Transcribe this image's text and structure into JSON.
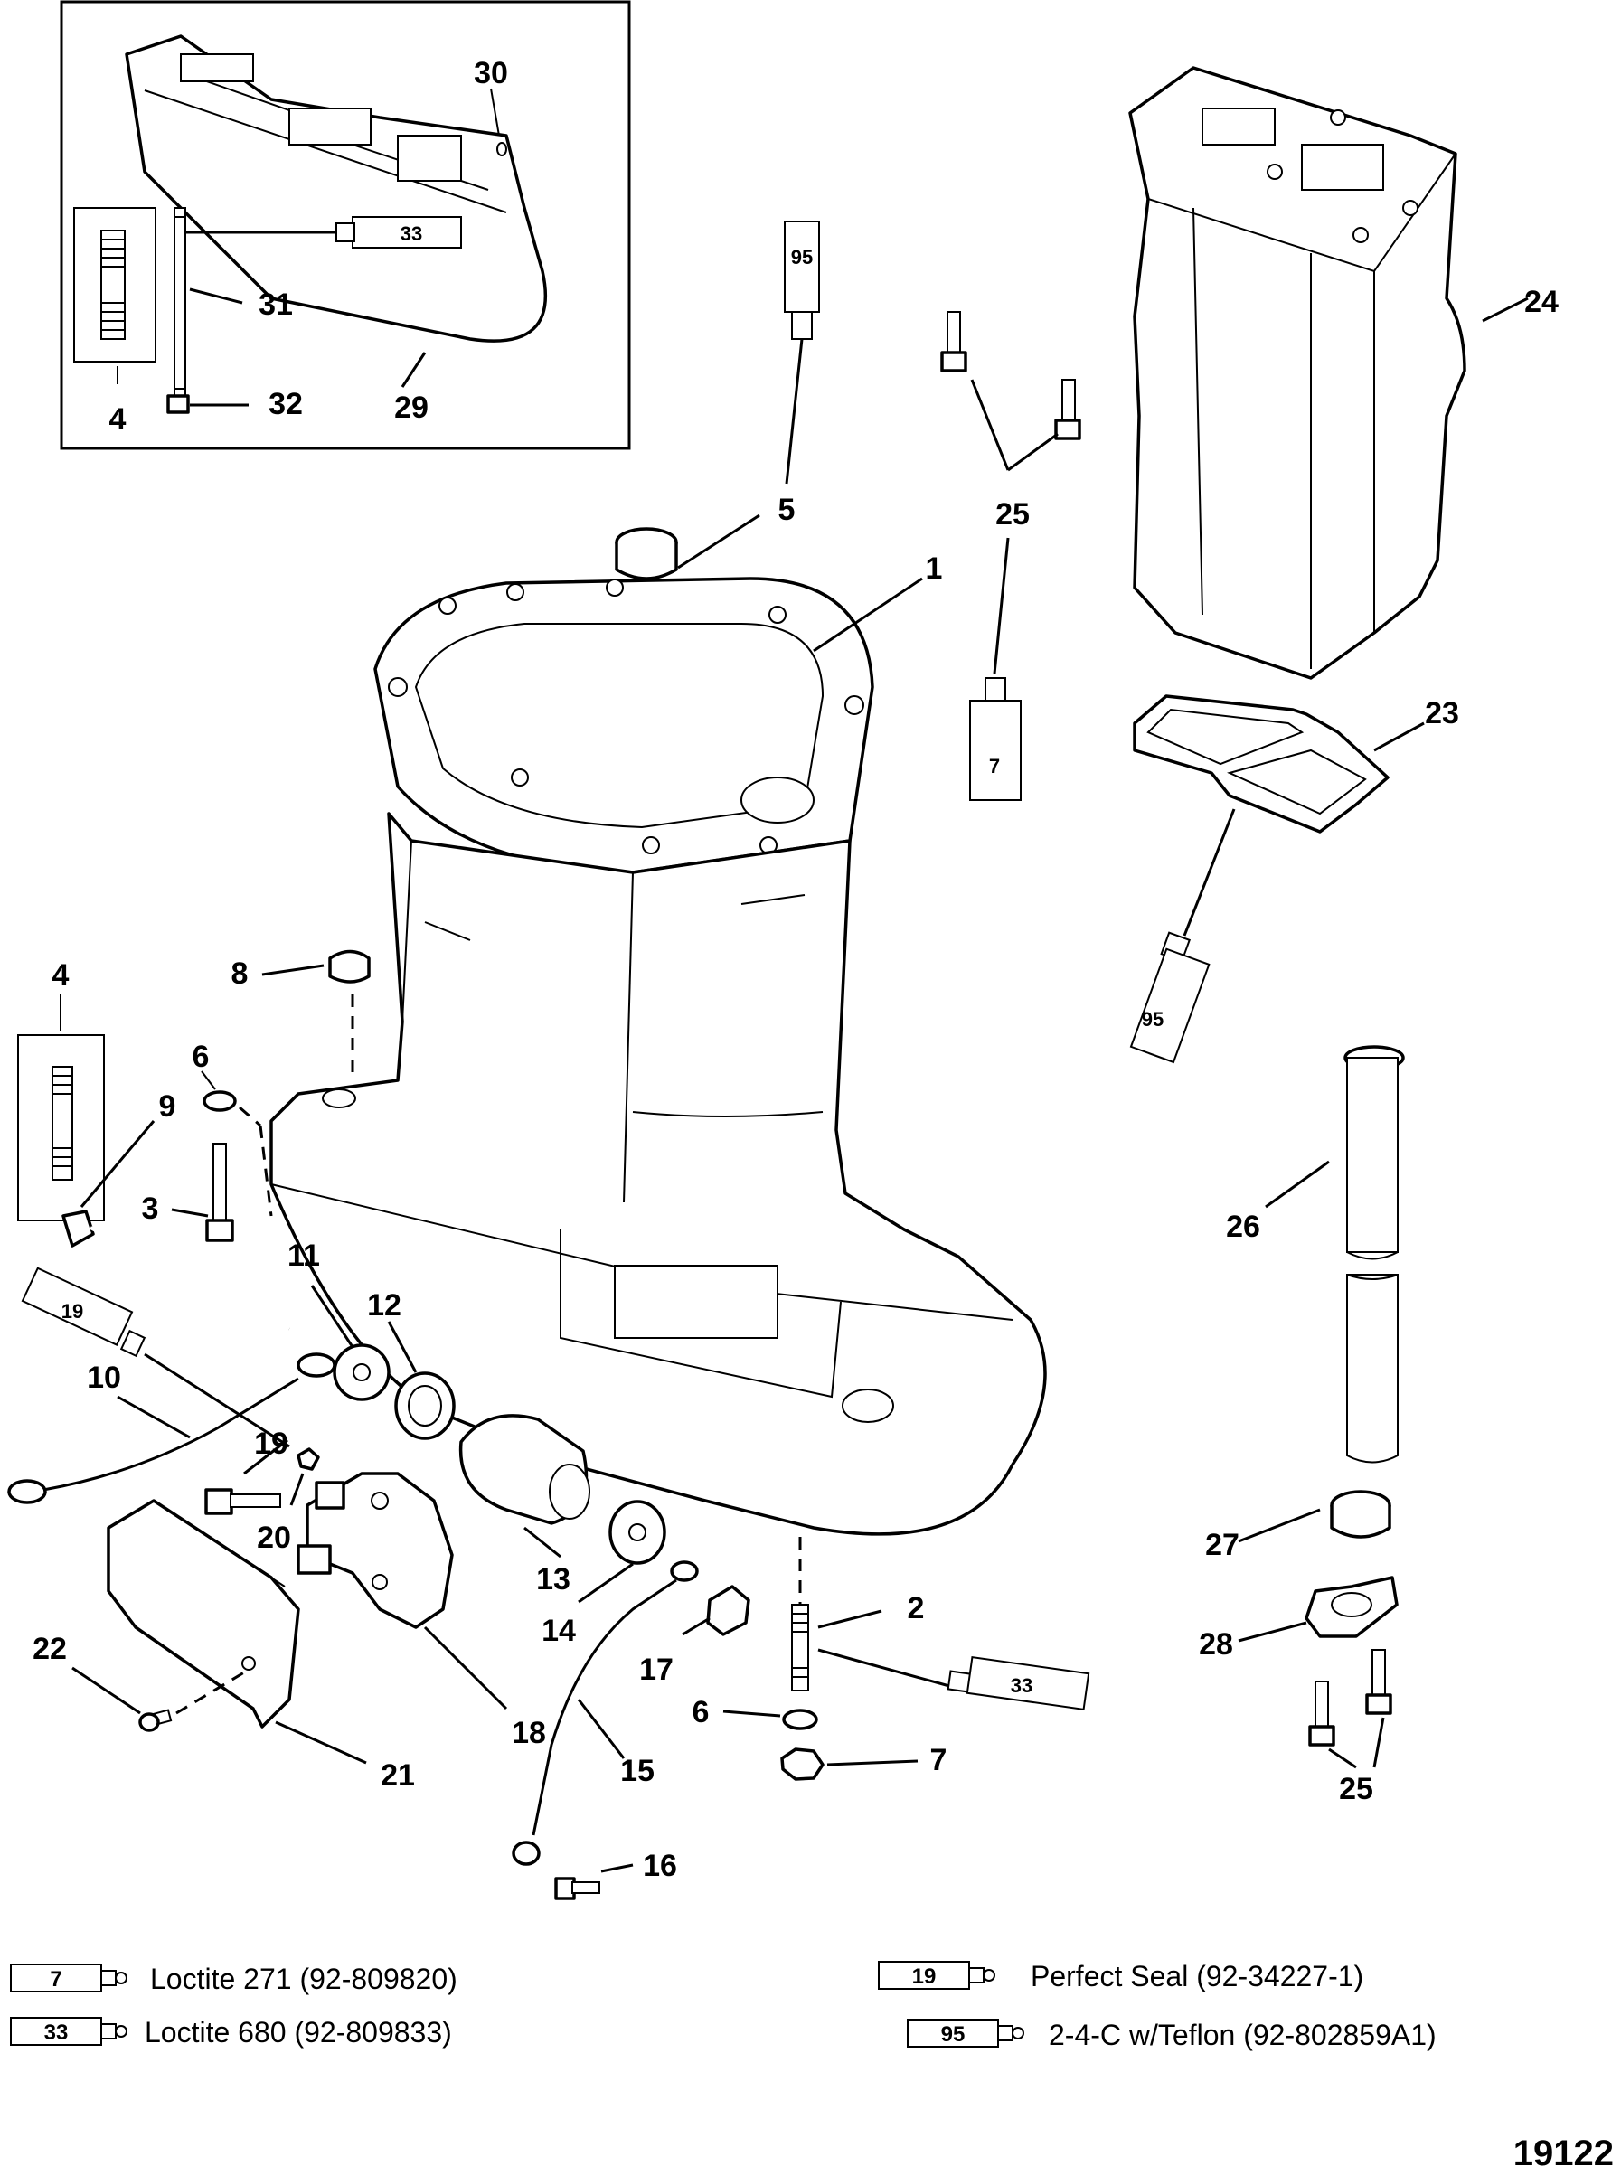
{
  "diagram_title": "",
  "figure_number": "19122",
  "callouts": {
    "c1": "1",
    "c2": "2",
    "c3": "3",
    "c4a": "4",
    "c4b": "4",
    "c5": "5",
    "c6a": "6",
    "c6b": "6",
    "c7": "7",
    "c8": "8",
    "c9": "9",
    "c10": "10",
    "c11": "11",
    "c12": "12",
    "c13": "13",
    "c14": "14",
    "c15": "15",
    "c16": "16",
    "c17": "17",
    "c18": "18",
    "c19": "19",
    "c20": "20",
    "c21": "21",
    "c22": "22",
    "c23": "23",
    "c24": "24",
    "c25a": "25",
    "c25b": "25",
    "c26": "26",
    "c27": "27",
    "c28": "28",
    "c29": "29",
    "c30": "30",
    "c31": "31",
    "c32": "32"
  },
  "tube_labels": {
    "t33_inset": "33",
    "t95_top": "95",
    "t7": "7",
    "t95_right": "95",
    "t19": "19",
    "t33_bottom": "33"
  },
  "legend": [
    {
      "code": "7",
      "text": "Loctite  271 (92-809820)"
    },
    {
      "code": "33",
      "text": "Loctite 680 (92-809833)"
    },
    {
      "code": "19",
      "text": "Perfect Seal (92-34227-1)"
    },
    {
      "code": "95",
      "text": "2-4-C w/Teflon  (92-802859A1)"
    }
  ]
}
